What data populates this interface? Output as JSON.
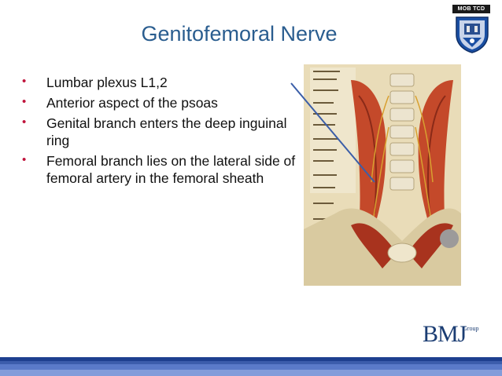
{
  "slide": {
    "title": "Genitofemoral Nerve",
    "badge": "MOB TCD",
    "bullets": [
      "Lumbar plexus L1,2",
      "Anterior aspect of the psoas",
      "Genital branch enters the deep inguinal ring",
      "Femoral branch lies on the lateral side of femoral artery in the femoral sheath"
    ],
    "logo": {
      "main": "BMJ",
      "sup": "Group"
    },
    "colors": {
      "title": "#2a5d8f",
      "bullet": "#c0143c",
      "bar": "#1e3f8f",
      "pointer": "#3b5ea8"
    }
  }
}
